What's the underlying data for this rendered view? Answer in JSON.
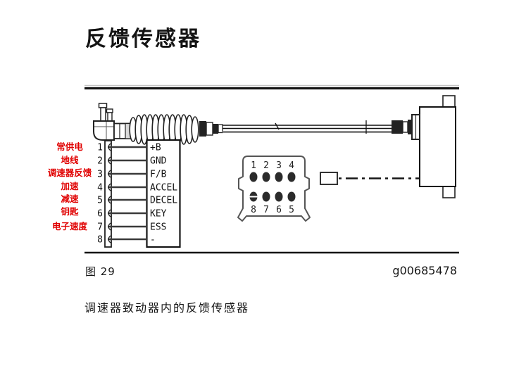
{
  "title": "反馈传感器",
  "figure": {
    "label": "图 29",
    "code": "g00685478",
    "caption": "调速器致动器内的反馈传感器"
  },
  "harness": {
    "rows": [
      {
        "num": "1",
        "label_cn": "常供电",
        "pin": "+B"
      },
      {
        "num": "2",
        "label_cn": "地线",
        "pin": "GND"
      },
      {
        "num": "3",
        "label_cn": "调速器反馈",
        "pin": "F/B"
      },
      {
        "num": "4",
        "label_cn": "加速",
        "pin": "ACCEL"
      },
      {
        "num": "5",
        "label_cn": "减速",
        "pin": "DECEL"
      },
      {
        "num": "6",
        "label_cn": "钥匙",
        "pin": "KEY"
      },
      {
        "num": "7",
        "label_cn": "电子速度",
        "pin": "ESS"
      },
      {
        "num": "8",
        "label_cn": "",
        "pin": "-"
      }
    ]
  },
  "connector_face": {
    "top_row": [
      "1",
      "2",
      "3",
      "4"
    ],
    "bottom_row": [
      "8",
      "7",
      "6",
      "5"
    ]
  },
  "colors": {
    "label_red": "#e00000",
    "line": "#1a1a1a"
  }
}
